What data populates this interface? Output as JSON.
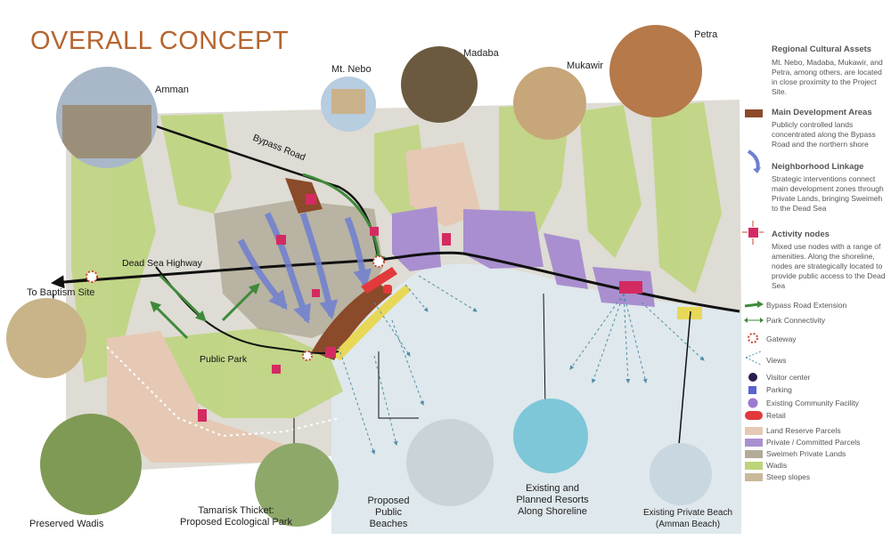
{
  "title": "OVERALL CONCEPT",
  "photo_labels": {
    "amman": "Amman",
    "mt_nebo": "Mt. Nebo",
    "madaba": "Madaba",
    "mukawir": "Mukawir",
    "petra": "Petra",
    "baptism": "To Baptism Site",
    "preserved_wadis": "Preserved Wadis",
    "tamarisk_line1": "Tamarisk Thicket:",
    "tamarisk_line2": "Proposed Ecological Park",
    "beaches_line1": "Proposed Public",
    "beaches_line2": "Beaches",
    "resorts_line1": "Existing and",
    "resorts_line2": "Planned Resorts",
    "resorts_line3": "Along Shoreline",
    "private_beach_line1": "Existing Private Beach",
    "private_beach_line2": "(Amman Beach)"
  },
  "map_labels": {
    "bypass_road": "Bypass Road",
    "dead_sea_highway": "Dead Sea Highway",
    "public_park": "Public Park"
  },
  "legend": {
    "regional_head": "Regional Cultural Assets",
    "regional_desc": "Mt. Nebo, Madaba, Mukawir, and Petra, among others, are located in close proximity to the Project Site.",
    "main_dev_head": "Main Development Areas",
    "main_dev_desc": "Publicly controlled lands concentrated along the Bypass Road and the northern shore",
    "linkage_head": "Neighborhood Linkage",
    "linkage_desc": "Strategic interventions connect main development zones through Private Lands, bringing Sweimeh to the Dead Sea",
    "nodes_head": "Activity nodes",
    "nodes_desc": "Mixed use nodes with a range of amenities. Along the shoreline, nodes are strategically located to provide public access to the Dead Sea",
    "items": [
      {
        "label": "Bypass Road Extension",
        "icon": "green-arrow-icon"
      },
      {
        "label": "Park Connectivity",
        "icon": "double-arrow-icon"
      },
      {
        "label": "Gateway",
        "icon": "gateway-circle-icon"
      },
      {
        "label": "Views",
        "icon": "dashed-arrows-icon"
      },
      {
        "label": "Visitor center",
        "icon": "dark-dot-icon"
      },
      {
        "label": "Parking",
        "icon": "blue-square-icon"
      },
      {
        "label": "Existing Community Facility",
        "icon": "purple-dot-icon"
      },
      {
        "label": "Retail",
        "icon": "red-pill-icon"
      },
      {
        "label": "Land Reserve Parcels",
        "color": "#e5c9b4"
      },
      {
        "label": "Private / Committed Parcels",
        "color": "#a98fcf"
      },
      {
        "label": "Sweimeh Private Lands",
        "color": "#b2ab99"
      },
      {
        "label": "Wadis",
        "color": "#bdd47a"
      },
      {
        "label": "Steep slopes",
        "color": "#c9b89a"
      }
    ]
  },
  "colors": {
    "title": "#b5652f",
    "main_dev": "#8b4a2a",
    "linkage": "#6f7fd0",
    "node": "#d42a62",
    "sea": "#dfe8ec",
    "terrain": "#dedcd4",
    "wadi": "#bdd47a",
    "private": "#a98fcf",
    "land_reserve": "#e5c9b4"
  }
}
